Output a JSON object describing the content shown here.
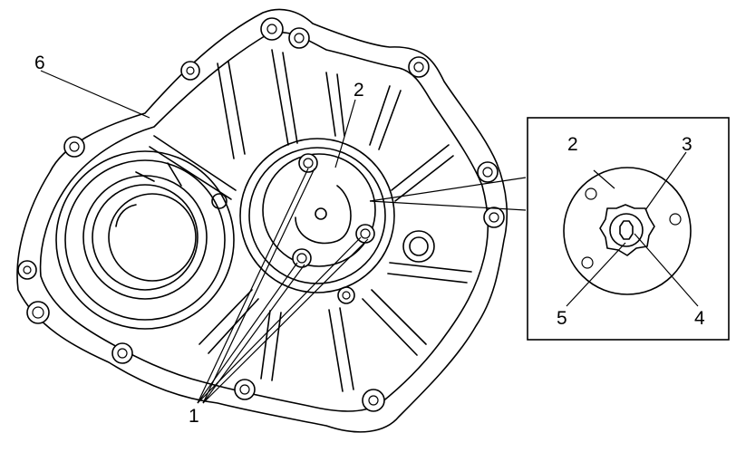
{
  "figure": {
    "callouts": {
      "c1": "1",
      "c2": "2",
      "c6": "6",
      "detail_c2": "2",
      "detail_c3": "3",
      "detail_c4": "4",
      "detail_c5": "5"
    },
    "colors": {
      "line": "#000000",
      "background": "#ffffff"
    }
  }
}
